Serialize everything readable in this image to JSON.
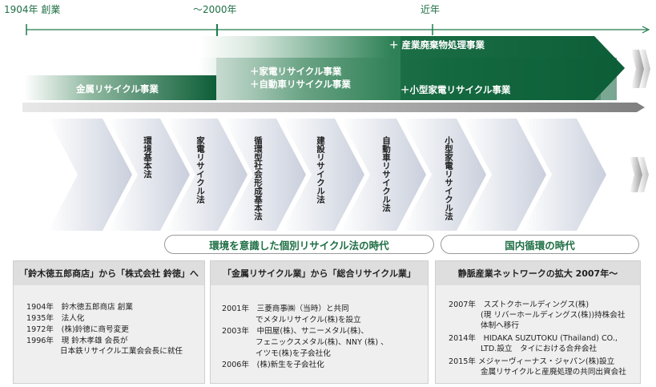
{
  "timeline": {
    "start_label": "1904年 創業",
    "mid_label": "～2000年",
    "end_label": "近年"
  },
  "bands": {
    "metal": "金属リサイクル事業",
    "appliance_auto": [
      "＋家電リサイクル事業",
      "＋自動車リサイクル事業"
    ],
    "industrial_waste": "＋ 産業廃棄物処理事業",
    "small_appliance": "＋小型家電リサイクル事業"
  },
  "laws": [
    "環境基本法",
    "家電リサイクル法",
    "循環型社会形成基本法",
    "建設リサイクル法",
    "自動車リサイクル法",
    "小型家電リサイクル法"
  ],
  "eras": {
    "individual_laws": "環境を意識した個別リサイクル法の時代",
    "domestic_cycle": "国内循環の時代"
  },
  "boxes": [
    {
      "title": "「鈴木徳五郎商店」から「株式会社 鈴徳」へ",
      "lines": [
        "1904年　鈴木徳五郎商店 創業",
        "1935年　法人化",
        "1972年　(株)鈴徳に商号変更",
        "1996年　現 鈴木孝雄 会長が",
        "日本鉄リサイクル工業会会長に就任"
      ]
    },
    {
      "title": "「金属リサイクル業」から「総合リサイクル業」",
      "lines": [
        "2001年　三菱商事㈱（当時）と共同",
        "でメタルリサイクル(株)を設立",
        "2003年　中田屋(株)、サニーメタル(株)、",
        "フェニックスメタル(株)、NNY (株) 、",
        "イツモ(株)を子会社化",
        "2006年　(株)新生を子会社化"
      ]
    },
    {
      "title": "静脈産業ネットワークの拡大 2007年～",
      "lines": [
        "2007年　スズトクホールディングス(株)",
        "(現 リバーホールディングス(株))持株会社",
        "体制へ移行",
        "2014年　HIDAKA SUZUTOKU (Thailand) CO.,",
        "LTD.設立　タイにおける合弁会社",
        "2015年 メジャーヴィーナス・ジャパン(株)設立",
        "金属リサイクルと産廃処理の共同出資会社"
      ]
    }
  ],
  "colors": {
    "green_dark": "#0d5e38",
    "green_mid": "#1f7a4a",
    "grey_arrow": "#8c8c8c",
    "chevron_light": "#d8dce6"
  }
}
